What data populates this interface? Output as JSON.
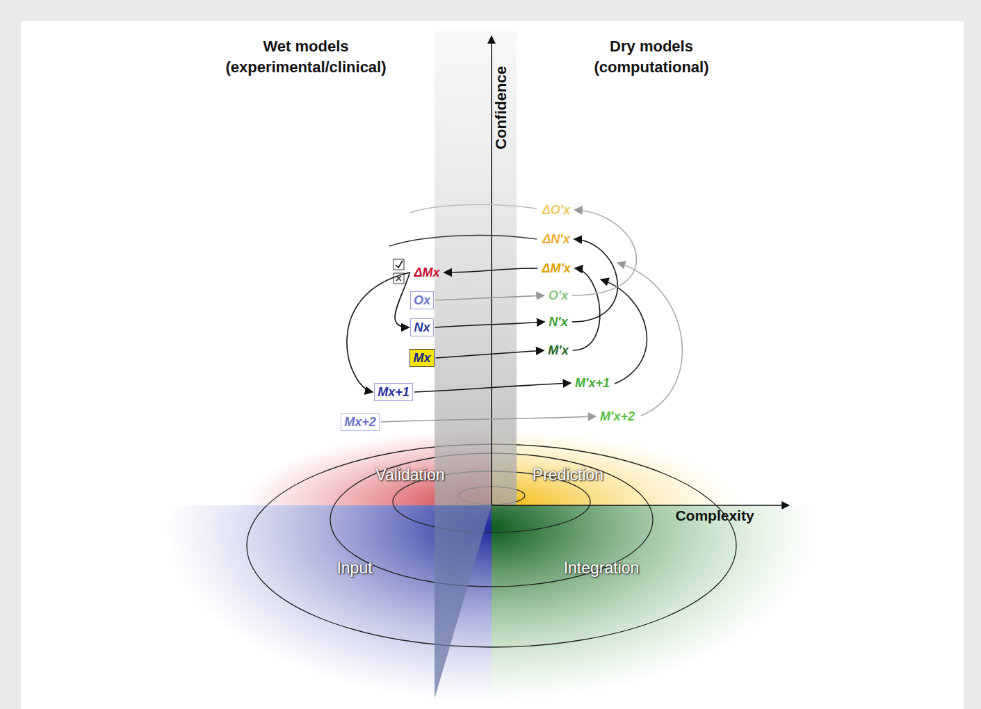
{
  "diagram": {
    "nodes": [
      {
        "text": [
          "ΔO′x"
        ]
      },
      {
        "text": [
          "ΔN′x"
        ]
      },
      {
        "text": [
          "ΔMx"
        ]
      },
      {
        "text": [
          "ΔM′x"
        ]
      },
      {
        "text": [
          "Ox"
        ]
      },
      {
        "text": [
          "O′x"
        ]
      },
      {
        "text": [
          "Nx"
        ]
      },
      {
        "text": [
          "N′x"
        ]
      },
      {
        "text": [
          "Mx"
        ]
      },
      {
        "text": [
          "M′x"
        ]
      },
      {
        "text": [
          "Mx+1"
        ]
      },
      {
        "text": [
          "M′x+1"
        ]
      },
      {
        "text": [
          "Mx+2"
        ]
      },
      {
        "text": [
          "M′x+2"
        ]
      }
    ],
    "edges": [
      {
        "from": 8,
        "to": 9,
        "arrow": "to"
      },
      {
        "from": 9,
        "to": 3,
        "arrow": "to"
      },
      {
        "from": 3,
        "to": 2,
        "arrow": "to"
      },
      {
        "from": 2,
        "to": 6,
        "arrow": "to"
      },
      {
        "from": 2,
        "to": 10,
        "arrow": "to"
      },
      {
        "from": 6,
        "to": 7,
        "arrow": "to"
      },
      {
        "from": 7,
        "to": 1,
        "arrow": "to"
      },
      {
        "from": 4,
        "to": 5,
        "arrow": "to"
      },
      {
        "from": 5,
        "to": 0,
        "arrow": "to"
      },
      {
        "from": 10,
        "to": 11,
        "arrow": "to"
      },
      {
        "from": 12,
        "to": 13,
        "arrow": "to"
      }
    ],
    "labels": [
      "Wet models (experimental/clinical)",
      "Dry models (computational)",
      "Confidence",
      "Complexity",
      "Validation",
      "Prediction",
      "Input",
      "Integration"
    ]
  }
}
